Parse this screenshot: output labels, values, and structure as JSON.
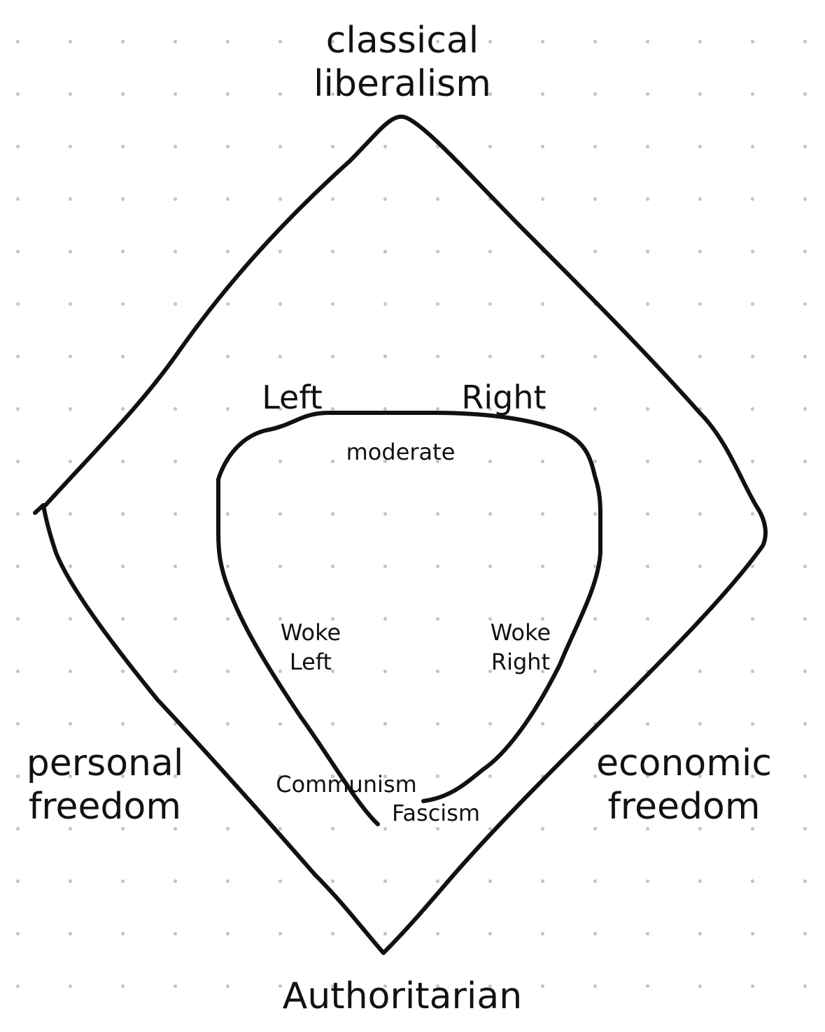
{
  "labels": {
    "top": "classical\nliberalism",
    "bottom": "Authoritarian",
    "left": "personal\nfreedom",
    "right": "economic\nfreedom",
    "left_side": "Left",
    "right_side": "Right",
    "moderate": "moderate",
    "woke_left": "Woke\nLeft",
    "woke_right": "Woke\nRight",
    "communism": "Communism",
    "fascism": "Fascism"
  },
  "colors": {
    "ink": "#111111",
    "background": "#ffffff",
    "grid_dot": "#c6c6c6"
  }
}
